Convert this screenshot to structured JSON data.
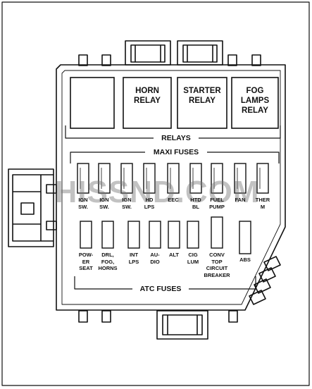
{
  "relays": {
    "section_label": "RELAYS",
    "items": [
      {
        "text": ""
      },
      {
        "text": "HORN\nRELAY"
      },
      {
        "text": "STARTER\nRELAY"
      },
      {
        "text": "FOG\nLAMPS\nRELAY"
      }
    ]
  },
  "maxi_fuses": {
    "section_label": "MAXI FUSES",
    "items": [
      {
        "text": "IGN\nSW."
      },
      {
        "text": "IGN\nSW."
      },
      {
        "text": "IGN\nSW."
      },
      {
        "text": "HD\nLPS"
      },
      {
        "text": "EEC"
      },
      {
        "text": "HTD\nBL"
      },
      {
        "text": "FUEL\nPUMP"
      },
      {
        "text": "FAN"
      },
      {
        "text": "THER\nM"
      }
    ]
  },
  "atc_fuses": {
    "section_label": "ATC FUSES",
    "items": [
      {
        "text": "POW-\nER\nSEAT"
      },
      {
        "text": "DRL,\nFOG,\nHORNS"
      },
      {
        "text": "INT\nLPS"
      },
      {
        "text": "AU-\nDIO"
      },
      {
        "text": "ALT"
      },
      {
        "text": "CIG\nLUM"
      },
      {
        "text": "CONV\nTOP\nCIRCUIT\nBREAKER"
      },
      {
        "text": "ABS"
      }
    ]
  },
  "watermark": "HISSND.COM"
}
